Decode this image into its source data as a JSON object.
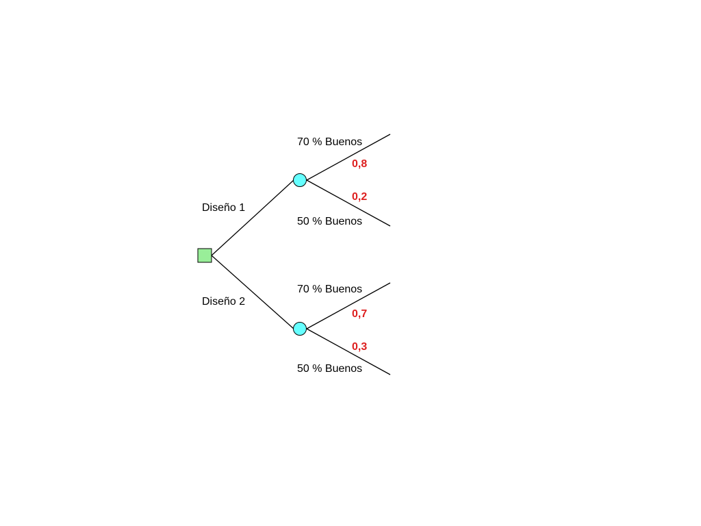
{
  "tree": {
    "colors": {
      "decision_node": "#99ee99",
      "chance_node": "#66ffff",
      "probability_text": "#dd1f1f",
      "lines": "#000000"
    },
    "branches": [
      {
        "label": "Diseño 1",
        "outcomes": [
          {
            "label": "70 % Buenos",
            "probability": "0,8"
          },
          {
            "label": "50 % Buenos",
            "probability": "0,2"
          }
        ]
      },
      {
        "label": "Diseño 2",
        "outcomes": [
          {
            "label": "70 % Buenos",
            "probability": "0,7"
          },
          {
            "label": "50 % Buenos",
            "probability": "0,3"
          }
        ]
      }
    ]
  }
}
